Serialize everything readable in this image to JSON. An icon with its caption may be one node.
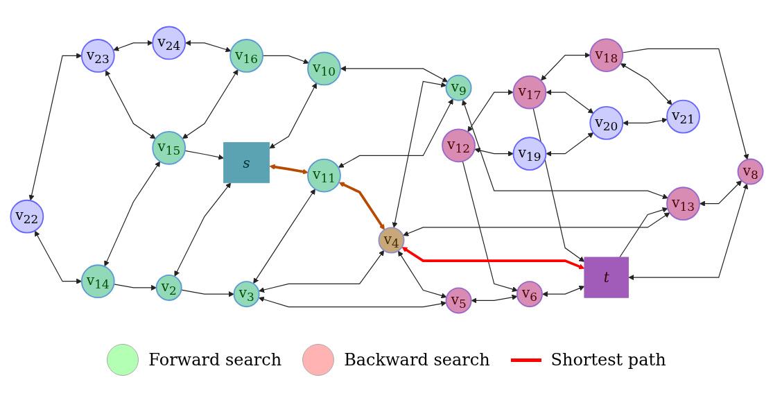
{
  "diagram": {
    "nodes": [
      {
        "text": [
          "v$_{22}$"
        ]
      },
      {
        "text": [
          "v$_{14}$"
        ]
      },
      {
        "text": [
          "v$_{2}$"
        ]
      },
      {
        "text": [
          "v$_{3}$"
        ]
      },
      {
        "text": [
          "v$_{5}$"
        ]
      },
      {
        "text": [
          "v$_{6}$"
        ]
      },
      {
        "text": [
          "v$_{12}$"
        ]
      },
      {
        "text": [
          "v$_{19}$"
        ]
      },
      {
        "text": [
          "v$_{23}$"
        ]
      },
      {
        "text": [
          "v$_{15}$"
        ]
      },
      {
        "text": [
          "*s*"
        ]
      },
      {
        "text": [
          "v$_{11}$"
        ]
      },
      {
        "text": [
          "v$_{4}$"
        ]
      },
      {
        "text": [
          "*t*"
        ]
      },
      {
        "text": [
          "v$_{17}$"
        ]
      },
      {
        "text": [
          "v$_{20}$"
        ]
      },
      {
        "text": [
          "v$_{24}$"
        ]
      },
      {
        "text": [
          "v$_{16}$"
        ]
      },
      {
        "text": [
          "v$_{10}$"
        ]
      },
      {
        "text": [
          "v$_{9}$"
        ]
      },
      {
        "text": [
          "v$_{13}$"
        ]
      },
      {
        "text": [
          "v$_{8}$"
        ]
      },
      {
        "text": [
          "v$_{18}$"
        ]
      },
      {
        "text": [
          "v$_{21}$"
        ]
      }
    ],
    "edges": [
      {
        "from": 0,
        "to": 1,
        "arrow": "both"
      },
      {
        "from": 1,
        "to": 2,
        "arrow": "to"
      },
      {
        "from": 2,
        "to": 3,
        "arrow": "to"
      },
      {
        "from": 3,
        "to": 4,
        "arrow": "both"
      },
      {
        "from": 4,
        "to": 5,
        "arrow": "both"
      },
      {
        "from": 6,
        "to": 5,
        "arrow": "to"
      },
      {
        "from": 6,
        "to": 7,
        "arrow": "both"
      },
      {
        "from": 0,
        "to": 8,
        "arrow": "both"
      },
      {
        "from": 1,
        "to": 9,
        "arrow": "both"
      },
      {
        "from": 2,
        "to": 10,
        "arrow": "both"
      },
      {
        "from": 3,
        "to": 11,
        "arrow": "both"
      },
      {
        "from": 3,
        "to": 12,
        "arrow": "both"
      },
      {
        "from": 12,
        "to": 4,
        "arrow": "both"
      },
      {
        "from": 5,
        "to": 13,
        "arrow": "both"
      },
      {
        "from": 6,
        "to": 14,
        "arrow": "both"
      },
      {
        "from": 7,
        "to": 15,
        "arrow": "both"
      },
      {
        "from": 8,
        "to": 9,
        "arrow": "both"
      },
      {
        "from": 9,
        "to": 10,
        "arrow": "to"
      },
      {
        "from": 10,
        "to": 11,
        "arrow": "both",
        "style": "thick",
        "color": "#b84a00"
      },
      {
        "from": 11,
        "to": 12,
        "arrow": "both",
        "style": "thick",
        "color": "#b84a00"
      },
      {
        "from": 12,
        "to": 13,
        "arrow": "both",
        "style": "thick",
        "color": "#ff0000"
      },
      {
        "from": 14,
        "to": 13,
        "arrow": "to"
      },
      {
        "from": 14,
        "to": 15,
        "arrow": "both"
      },
      {
        "from": 8,
        "to": 16,
        "arrow": "both"
      },
      {
        "from": 9,
        "to": 17,
        "arrow": "both"
      },
      {
        "from": 10,
        "to": 18,
        "arrow": "both"
      },
      {
        "from": 11,
        "to": 19,
        "arrow": "both"
      },
      {
        "from": 12,
        "to": 19,
        "arrow": "both"
      },
      {
        "from": 12,
        "to": 20,
        "arrow": "both"
      },
      {
        "from": 13,
        "to": 20,
        "arrow": "to"
      },
      {
        "from": 13,
        "to": 21,
        "arrow": "both"
      },
      {
        "from": 14,
        "to": 22,
        "arrow": "both"
      },
      {
        "from": 15,
        "to": 23,
        "arrow": "both"
      },
      {
        "from": 16,
        "to": 17,
        "arrow": "both"
      },
      {
        "from": 17,
        "to": 18,
        "arrow": "to"
      },
      {
        "from": 18,
        "to": 19,
        "arrow": "both"
      },
      {
        "from": 19,
        "to": 20,
        "arrow": "both"
      },
      {
        "from": 20,
        "to": 21,
        "arrow": "both"
      },
      {
        "from": 22,
        "to": 21,
        "arrow": "to"
      },
      {
        "from": 22,
        "to": 23,
        "arrow": "both"
      }
    ],
    "legend": [
      {
        "text": "Forward search",
        "color": "#b3ffb3"
      },
      {
        "text": "Backward search",
        "color": "#ffb3b3"
      },
      {
        "text": "Shortest path"
      }
    ]
  }
}
